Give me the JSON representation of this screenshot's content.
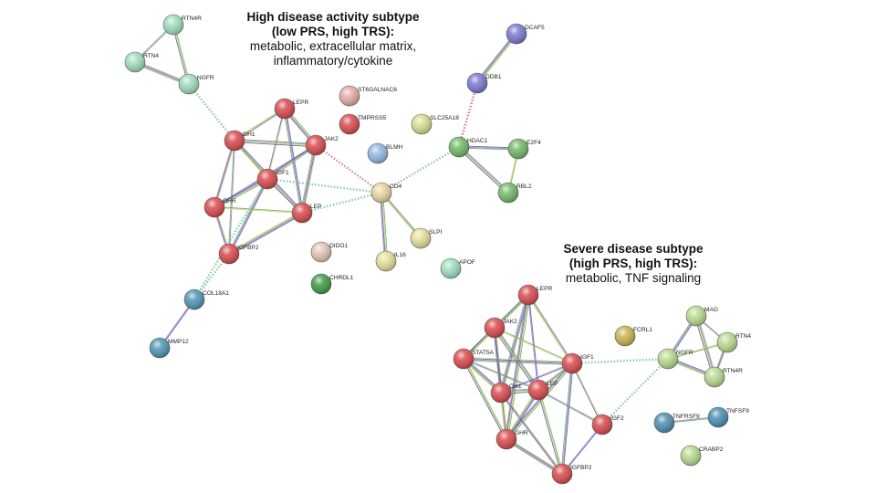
{
  "captions": {
    "high_activity": {
      "title_1": "High disease activity subtype",
      "title_2": "(low PRS, high TRS):",
      "line_1": "metabolic, extracellular matrix,",
      "line_2": "inflammatory/cytokine"
    },
    "severe": {
      "title_1": "Severe disease subtype",
      "title_2": "(high PRS, high TRS):",
      "line_1": "metabolic, TNF signaling"
    }
  },
  "colors": {
    "red": "#d8494c",
    "pink": "#e2aaa6",
    "mint": "#9edcbb",
    "blue": "#4f93b3",
    "lightblue": "#8fb6e2",
    "tan": "#ead2a0",
    "yellowgreen": "#d7dd8c",
    "green": "#73b866",
    "darkgreen": "#3f9a44",
    "purple": "#7a77cf",
    "olive": "#c8b24c",
    "teal": "#4a8db0",
    "lightgreen": "#b7d98e",
    "pinktan": "#e6c2b4",
    "yellow": "#e6dd98"
  },
  "networks": [
    {
      "id": "high-activity",
      "nodes": [
        {
          "id": "RTN4R",
          "label": "RTN4R",
          "color": "mint"
        },
        {
          "id": "RTN4",
          "label": "RTN4",
          "color": "mint"
        },
        {
          "id": "NGFR",
          "label": "NGFR",
          "color": "mint"
        },
        {
          "id": "LEPR",
          "label": "LEPR",
          "color": "red"
        },
        {
          "id": "ST6GALNAC6",
          "label": "ST6GALNAC6",
          "color": "pink"
        },
        {
          "id": "TMPRSS5",
          "label": "TMPRSS5",
          "color": "red"
        },
        {
          "id": "GH1",
          "label": "GH1",
          "color": "red"
        },
        {
          "id": "JAK2",
          "label": "JAK2",
          "color": "red"
        },
        {
          "id": "IGF1",
          "label": "IGF1",
          "color": "red"
        },
        {
          "id": "GHR",
          "label": "GHR",
          "color": "red"
        },
        {
          "id": "LEP",
          "label": "LEP",
          "color": "red"
        },
        {
          "id": "IGFBP2",
          "label": "IGFBP2",
          "color": "red"
        },
        {
          "id": "BLMH",
          "label": "BLMH",
          "color": "lightblue"
        },
        {
          "id": "CD4",
          "label": "CD4",
          "color": "tan"
        },
        {
          "id": "SLC25A18",
          "label": "SLC25A18",
          "color": "yellowgreen"
        },
        {
          "id": "DCAF5",
          "label": "DCAF5",
          "color": "purple"
        },
        {
          "id": "DDB1",
          "label": "DDB1",
          "color": "purple"
        },
        {
          "id": "HDAC1",
          "label": "HDAC1",
          "color": "green"
        },
        {
          "id": "E2F4",
          "label": "E2F4",
          "color": "green"
        },
        {
          "id": "RBL2",
          "label": "RBL2",
          "color": "green"
        },
        {
          "id": "SLPI",
          "label": "SLPI",
          "color": "yellow"
        },
        {
          "id": "IL16",
          "label": "IL16",
          "color": "yellow"
        },
        {
          "id": "APOF",
          "label": "APOF",
          "color": "mint"
        },
        {
          "id": "DIDO1",
          "label": "DIDO1",
          "color": "pinktan"
        },
        {
          "id": "CHRDL1",
          "label": "CHRDL1",
          "color": "darkgreen"
        },
        {
          "id": "COL18A1",
          "label": "COL18A1",
          "color": "blue"
        },
        {
          "id": "MMP12",
          "label": "MMP12",
          "color": "blue"
        }
      ],
      "edges": [
        [
          "RTN4R",
          "RTN4",
          "solid"
        ],
        [
          "RTN4R",
          "NGFR",
          "solid"
        ],
        [
          "RTN4",
          "NGFR",
          "solid"
        ],
        [
          "NGFR",
          "GH1",
          "dotted"
        ],
        [
          "LEPR",
          "GH1",
          "solid"
        ],
        [
          "LEPR",
          "JAK2",
          "solid"
        ],
        [
          "LEPR",
          "IGF1",
          "solid"
        ],
        [
          "LEPR",
          "LEP",
          "solid"
        ],
        [
          "GH1",
          "JAK2",
          "solid"
        ],
        [
          "GH1",
          "IGF1",
          "solid"
        ],
        [
          "GH1",
          "GHR",
          "solid"
        ],
        [
          "GH1",
          "LEP",
          "solid"
        ],
        [
          "GH1",
          "IGFBP2",
          "solid"
        ],
        [
          "JAK2",
          "IGF1",
          "solid"
        ],
        [
          "JAK2",
          "LEP",
          "solid"
        ],
        [
          "JAK2",
          "GHR",
          "solid"
        ],
        [
          "JAK2",
          "CD4",
          "dotted"
        ],
        [
          "IGF1",
          "GHR",
          "solid"
        ],
        [
          "IGF1",
          "LEP",
          "solid"
        ],
        [
          "IGF1",
          "IGFBP2",
          "solid"
        ],
        [
          "IGF1",
          "CD4",
          "dotted"
        ],
        [
          "GHR",
          "LEP",
          "solid"
        ],
        [
          "GHR",
          "IGFBP2",
          "solid"
        ],
        [
          "LEP",
          "IGFBP2",
          "solid"
        ],
        [
          "LEP",
          "CD4",
          "dotted"
        ],
        [
          "IGFBP2",
          "COL18A1",
          "dotted"
        ],
        [
          "IGF1",
          "COL18A1",
          "dotted"
        ],
        [
          "COL18A1",
          "MMP12",
          "solid"
        ],
        [
          "CD4",
          "SLPI",
          "solid"
        ],
        [
          "CD4",
          "IL16",
          "solid"
        ],
        [
          "CD4",
          "HDAC1",
          "dotted"
        ],
        [
          "HDAC1",
          "E2F4",
          "solid"
        ],
        [
          "HDAC1",
          "RBL2",
          "solid"
        ],
        [
          "E2F4",
          "RBL2",
          "solid"
        ],
        [
          "HDAC1",
          "DDB1",
          "dotted"
        ],
        [
          "DDB1",
          "DCAF5",
          "solid"
        ]
      ]
    },
    {
      "id": "severe",
      "nodes": [
        {
          "id": "LEPR",
          "label": "LEPR",
          "color": "red"
        },
        {
          "id": "JAK2",
          "label": "JAK2",
          "color": "red"
        },
        {
          "id": "STAT5A",
          "label": "STAT5A",
          "color": "red"
        },
        {
          "id": "IGF1",
          "label": "IGF1",
          "color": "red"
        },
        {
          "id": "GH1",
          "label": "GH1",
          "color": "red"
        },
        {
          "id": "LEP",
          "label": "LEP",
          "color": "red"
        },
        {
          "id": "GHR",
          "label": "GHR",
          "color": "red"
        },
        {
          "id": "IGF2",
          "label": "IGF2",
          "color": "red"
        },
        {
          "id": "IGFBP2",
          "label": "IGFBP2",
          "color": "red"
        },
        {
          "id": "FCRL1",
          "label": "FCRL1",
          "color": "olive"
        },
        {
          "id": "MAG",
          "label": "MAG",
          "color": "lightgreen"
        },
        {
          "id": "RTN4",
          "label": "RTN4",
          "color": "lightgreen"
        },
        {
          "id": "NGFR",
          "label": "NGFR",
          "color": "lightgreen"
        },
        {
          "id": "RTN4R",
          "label": "RTN4R",
          "color": "lightgreen"
        },
        {
          "id": "TNFRSF9",
          "label": "TNFRSF9",
          "color": "teal"
        },
        {
          "id": "TNFSF9",
          "label": "TNFSF9",
          "color": "teal"
        },
        {
          "id": "CRABP2",
          "label": "CRABP2",
          "color": "lightgreen"
        }
      ],
      "edges": [
        [
          "LEPR",
          "JAK2",
          "solid"
        ],
        [
          "LEPR",
          "STAT5A",
          "solid"
        ],
        [
          "LEPR",
          "GH1",
          "solid"
        ],
        [
          "LEPR",
          "LEP",
          "solid"
        ],
        [
          "LEPR",
          "IGF1",
          "solid"
        ],
        [
          "LEPR",
          "GHR",
          "solid"
        ],
        [
          "JAK2",
          "STAT5A",
          "solid"
        ],
        [
          "JAK2",
          "GH1",
          "solid"
        ],
        [
          "JAK2",
          "LEP",
          "solid"
        ],
        [
          "JAK2",
          "IGF1",
          "solid"
        ],
        [
          "JAK2",
          "GHR",
          "solid"
        ],
        [
          "STAT5A",
          "GH1",
          "solid"
        ],
        [
          "STAT5A",
          "LEP",
          "solid"
        ],
        [
          "STAT5A",
          "GHR",
          "solid"
        ],
        [
          "STAT5A",
          "IGF1",
          "solid"
        ],
        [
          "IGF1",
          "GH1",
          "solid"
        ],
        [
          "IGF1",
          "LEP",
          "solid"
        ],
        [
          "IGF1",
          "GHR",
          "solid"
        ],
        [
          "IGF1",
          "IGF2",
          "solid"
        ],
        [
          "IGF1",
          "IGFBP2",
          "solid"
        ],
        [
          "GH1",
          "LEP",
          "solid"
        ],
        [
          "GH1",
          "GHR",
          "solid"
        ],
        [
          "GH1",
          "IGFBP2",
          "solid"
        ],
        [
          "LEP",
          "GHR",
          "solid"
        ],
        [
          "LEP",
          "IGF2",
          "solid"
        ],
        [
          "LEP",
          "IGFBP2",
          "solid"
        ],
        [
          "GHR",
          "IGFBP2",
          "solid"
        ],
        [
          "IGF2",
          "IGFBP2",
          "solid"
        ],
        [
          "IGF1",
          "NGFR",
          "dotted"
        ],
        [
          "IGF2",
          "NGFR",
          "dotted"
        ],
        [
          "MAG",
          "RTN4",
          "solid"
        ],
        [
          "MAG",
          "NGFR",
          "solid"
        ],
        [
          "MAG",
          "RTN4R",
          "solid"
        ],
        [
          "RTN4",
          "NGFR",
          "solid"
        ],
        [
          "RTN4",
          "RTN4R",
          "solid"
        ],
        [
          "NGFR",
          "RTN4R",
          "solid"
        ],
        [
          "TNFRSF9",
          "TNFSF9",
          "solid"
        ]
      ]
    }
  ]
}
